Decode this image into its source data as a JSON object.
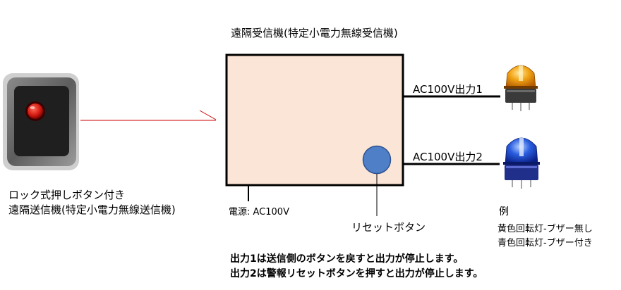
{
  "receiver": {
    "title": "遠隔受信機(特定小電力無線受信機)",
    "power_label": "電源: AC100V",
    "reset_button_label": "リセットボタン",
    "box_color": "#fbe5d6",
    "reset_button_color": "#4f7fc6"
  },
  "transmitter": {
    "label_line1": "ロック式押しボタン付き",
    "label_line2": "遠隔送信機(特定小電力無線送信機)",
    "icon": "push-button-transmitter-icon"
  },
  "outputs": [
    {
      "label": "AC100V出力1",
      "device": "amber-rotating-lamp-icon",
      "color": "#e8900c"
    },
    {
      "label": "AC100V出力2",
      "device": "blue-rotating-lamp-icon",
      "color": "#1f47c8"
    }
  ],
  "example": {
    "heading": "例",
    "line1": "黄色回転灯-ブザー無し",
    "line2": "青色回転灯-ブザー付き"
  },
  "notes": {
    "line1": "出力1は送信側のボタンを戻すと出力が停止します。",
    "line2": "出力2は警報リセットボタンを押すと出力が停止します。"
  },
  "signal_color": "#cc0000"
}
